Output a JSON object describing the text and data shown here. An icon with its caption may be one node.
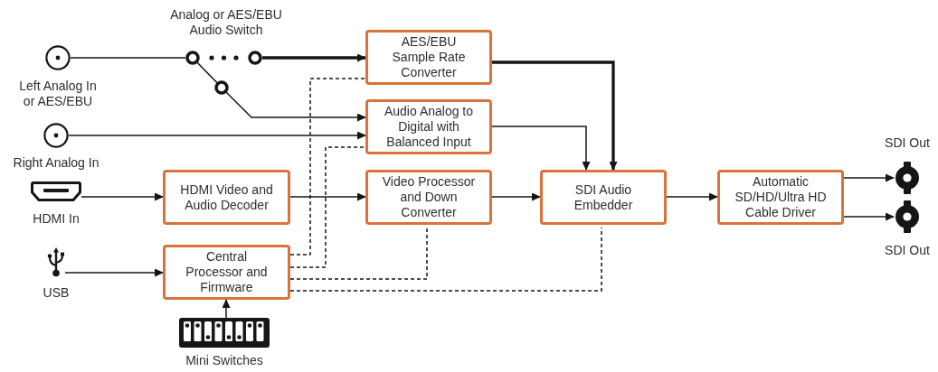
{
  "diagram": {
    "nodes": [
      {
        "text": [
          "Analog or AES/EBU Audio Switch"
        ]
      },
      {
        "text": [
          "AES/EBU Sample Rate Converter"
        ]
      },
      {
        "text": [
          "Left Analog In or AES/EBU"
        ]
      },
      {
        "text": [
          "Audio Analog to Digital with Balanced Input"
        ]
      },
      {
        "text": [
          "Right Analog In"
        ]
      },
      {
        "text": [
          "SDI Out"
        ]
      },
      {
        "text": [
          "HDMI In"
        ]
      },
      {
        "text": [
          "HDMI Video and Audio Decoder"
        ]
      },
      {
        "text": [
          "Video Processor and Down Converter"
        ]
      },
      {
        "text": [
          "SDI Audio Embedder"
        ]
      },
      {
        "text": [
          "Automatic SD/HD/Ultra HD Cable Driver"
        ]
      },
      {
        "text": [
          "SDI Out"
        ]
      },
      {
        "text": [
          "USB"
        ]
      },
      {
        "text": [
          "Central Processor and Firmware"
        ]
      },
      {
        "text": [
          "Mini Switches"
        ]
      }
    ],
    "edges": [
      {
        "from": 2,
        "to": 0,
        "arrow": "none"
      },
      {
        "from": 0,
        "to": 1,
        "arrow": "to",
        "style": "thick"
      },
      {
        "from": 0,
        "to": 3,
        "arrow": "to"
      },
      {
        "from": 4,
        "to": 3,
        "arrow": "to"
      },
      {
        "from": 6,
        "to": 7,
        "arrow": "to"
      },
      {
        "from": 7,
        "to": 8,
        "arrow": "to"
      },
      {
        "from": 12,
        "to": 13,
        "arrow": "to"
      },
      {
        "from": 14,
        "to": 13,
        "arrow": "to"
      },
      {
        "from": 1,
        "to": 9,
        "arrow": "to",
        "style": "thick"
      },
      {
        "from": 3,
        "to": 9,
        "arrow": "to"
      },
      {
        "from": 8,
        "to": 9,
        "arrow": "to"
      },
      {
        "from": 9,
        "to": 10,
        "arrow": "to"
      },
      {
        "from": 10,
        "to": 5,
        "arrow": "to"
      },
      {
        "from": 10,
        "to": 11,
        "arrow": "to"
      },
      {
        "from": 13,
        "to": 1,
        "arrow": "none",
        "style": "dashed"
      },
      {
        "from": 13,
        "to": 3,
        "arrow": "none",
        "style": "dashed"
      },
      {
        "from": 13,
        "to": 8,
        "arrow": "none",
        "style": "dashed"
      },
      {
        "from": 13,
        "to": 9,
        "arrow": "none",
        "style": "dashed"
      }
    ]
  }
}
